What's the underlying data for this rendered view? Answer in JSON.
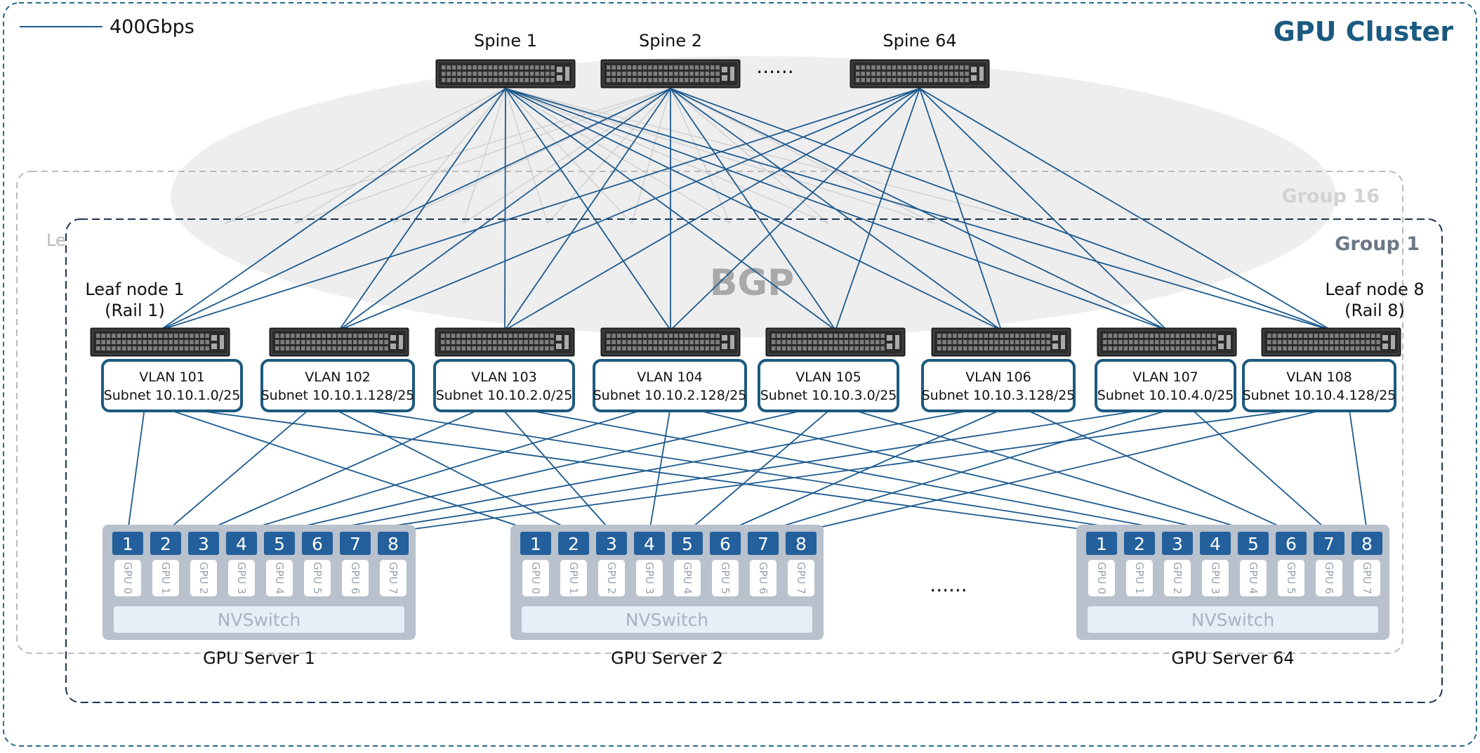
{
  "cluster_title": "GPU Cluster",
  "legend": {
    "label": "400Gbps"
  },
  "protocol_label": "BGP",
  "groups": {
    "front": "Group 1",
    "back": "Group 16",
    "back_fragment": "Le"
  },
  "spines": [
    {
      "label": "Spine 1"
    },
    {
      "label": "Spine 2"
    },
    {
      "label": "Spine 64"
    }
  ],
  "spine_ellipsis": "......",
  "leaf_labels": {
    "first": {
      "line1": "Leaf node 1",
      "line2": "(Rail 1)"
    },
    "last": {
      "line1": "Leaf node 8",
      "line2": "(Rail 8)"
    }
  },
  "vlans": [
    {
      "name": "VLAN 101",
      "subnet": "Subnet 10.10.1.0/25"
    },
    {
      "name": "VLAN 102",
      "subnet": "Subnet 10.10.1.128/25"
    },
    {
      "name": "VLAN 103",
      "subnet": "Subnet 10.10.2.0/25"
    },
    {
      "name": "VLAN 104",
      "subnet": "Subnet 10.10.2.128/25"
    },
    {
      "name": "VLAN 105",
      "subnet": "Subnet 10.10.3.0/25"
    },
    {
      "name": "VLAN 106",
      "subnet": "Subnet 10.10.3.128/25"
    },
    {
      "name": "VLAN 107",
      "subnet": "Subnet 10.10.4.0/25"
    },
    {
      "name": "VLAN 108",
      "subnet": "Subnet 10.10.4.128/25"
    }
  ],
  "nic_labels": [
    "1",
    "2",
    "3",
    "4",
    "5",
    "6",
    "7",
    "8"
  ],
  "gpu_labels": [
    "GPU 0",
    "GPU 1",
    "GPU 2",
    "GPU 3",
    "GPU 4",
    "GPU 5",
    "GPU 6",
    "GPU 7"
  ],
  "nvswitch_label": "NVSwitch",
  "servers": [
    {
      "label": "GPU Server 1"
    },
    {
      "label": "GPU Server 2"
    },
    {
      "label": "GPU Server 64"
    }
  ],
  "server_ellipsis": "......",
  "colors": {
    "title": "#1a5a80",
    "link": "#1d5a8e",
    "vlan_border": "#1c5a7e",
    "nic_fill": "#23609c",
    "server_fill": "#b8c1cc",
    "group_border_front": "#1b3550",
    "group_border_back": "#bbbbbb",
    "outer_border": "#2b6a8a",
    "bgp_ellipse": "#eeeeee"
  }
}
